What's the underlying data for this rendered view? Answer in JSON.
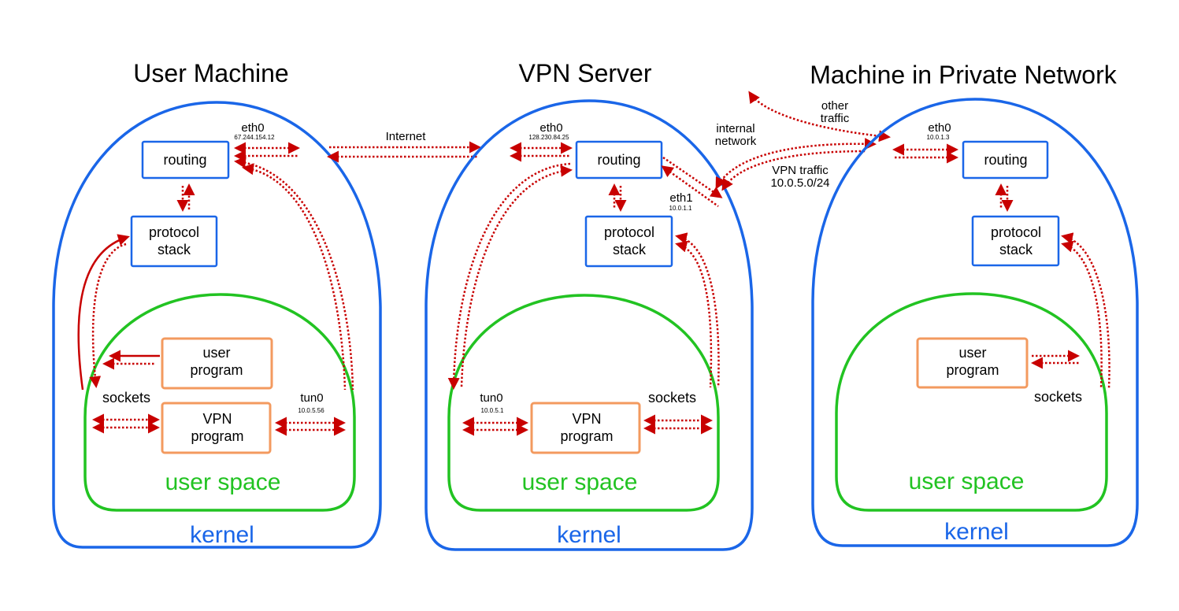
{
  "machines": [
    {
      "title": "User Machine",
      "routing": "routing",
      "protocol_line1": "protocol",
      "protocol_line2": "stack",
      "eth_name": "eth0",
      "eth_ip": "67.244.154.12",
      "user_program_line1": "user",
      "user_program_line2": "program",
      "vpn_program_line1": "VPN",
      "vpn_program_line2": "program",
      "sockets": "sockets",
      "tun_name": "tun0",
      "tun_ip": "10.0.5.56",
      "user_space": "user space",
      "kernel": "kernel"
    },
    {
      "title": "VPN Server",
      "routing": "routing",
      "protocol_line1": "protocol",
      "protocol_line2": "stack",
      "eth_name": "eth0",
      "eth_ip": "128.230.84.25",
      "eth1_name": "eth1",
      "eth1_ip": "10.0.1.1",
      "vpn_program_line1": "VPN",
      "vpn_program_line2": "program",
      "sockets": "sockets",
      "tun_name": "tun0",
      "tun_ip": "10.0.5.1",
      "user_space": "user space",
      "kernel": "kernel"
    },
    {
      "title": "Machine in Private Network",
      "routing": "routing",
      "protocol_line1": "protocol",
      "protocol_line2": "stack",
      "eth_name": "eth0",
      "eth_ip": "10.0.1.3",
      "user_program_line1": "user",
      "user_program_line2": "program",
      "sockets": "sockets",
      "user_space": "user space",
      "kernel": "kernel"
    }
  ],
  "links": {
    "internet": "Internet",
    "internal_line1": "internal",
    "internal_line2": "network",
    "other_line1": "other",
    "other_line2": "traffic",
    "vpn_traffic_line1": "VPN traffic",
    "vpn_traffic_line2": "10.0.5.0/24"
  },
  "colors": {
    "kernel": "#1a66e8",
    "user_space": "#22c322",
    "program_box": "#f39a5f",
    "traffic": "#c80000"
  }
}
